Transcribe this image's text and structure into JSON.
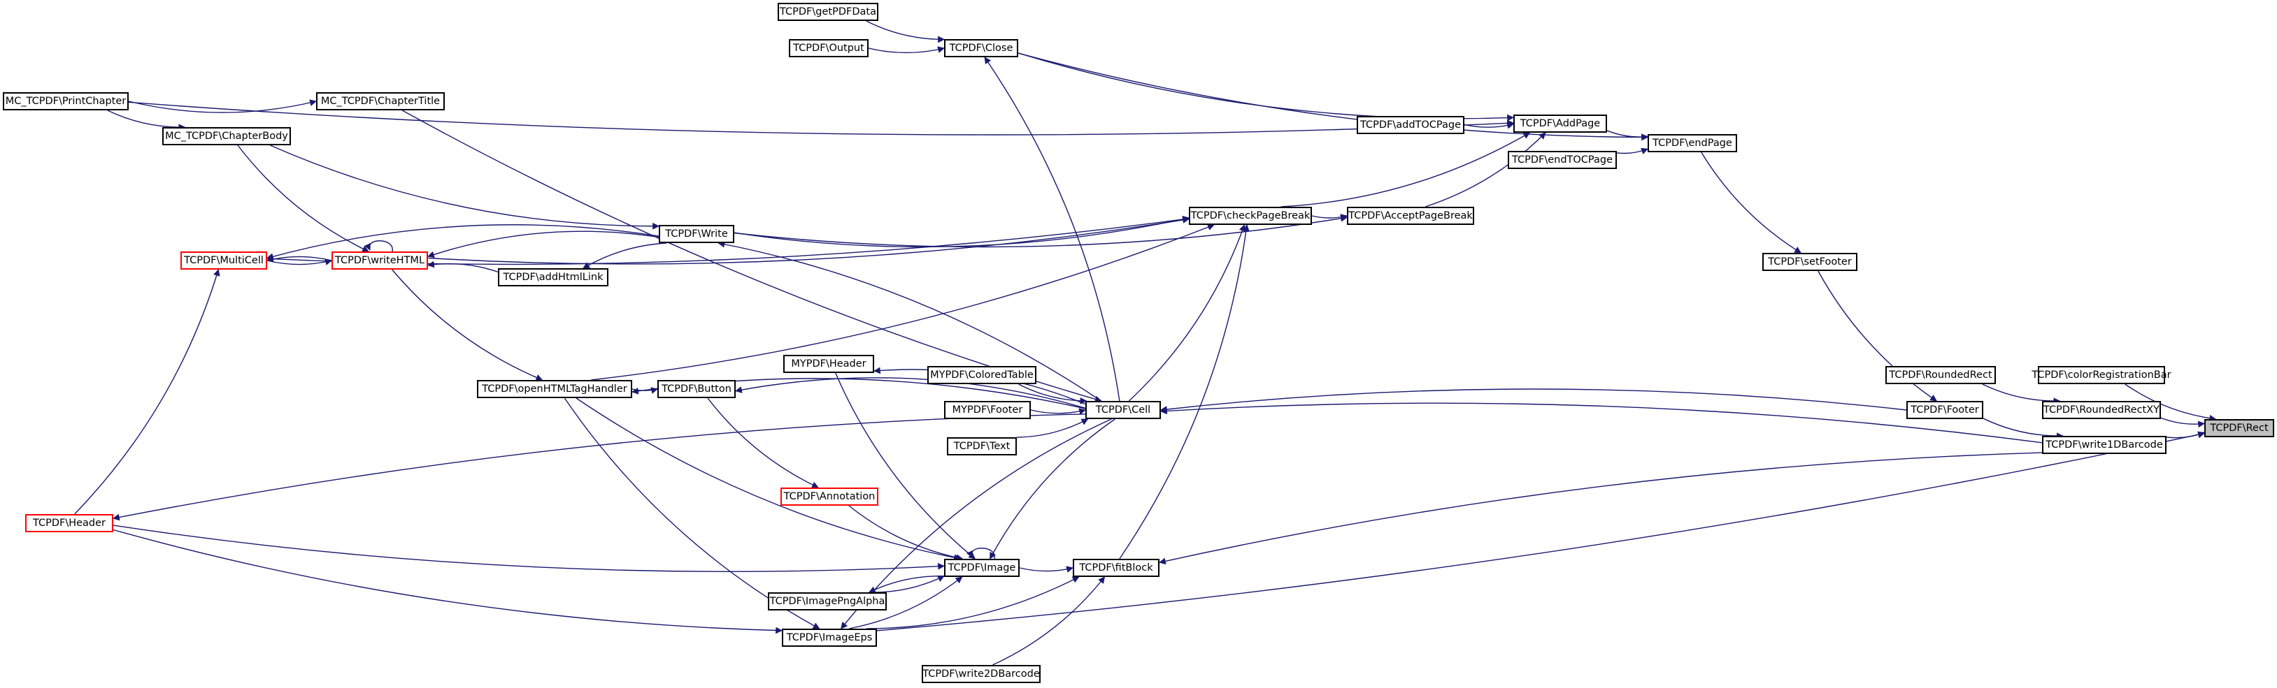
{
  "diagram": {
    "type": "call-graph",
    "root_node": "TCPDF\\Rect",
    "edge_color": "#191970",
    "highlight_border": "#ff0000",
    "root_fill": "#bfbfbf",
    "nodes": [
      {
        "id": "getPDFData",
        "label": "TCPDF\\getPDFData"
      },
      {
        "id": "Close",
        "label": "TCPDF\\Close"
      },
      {
        "id": "Output",
        "label": "TCPDF\\Output"
      },
      {
        "id": "PrintChapter",
        "label": "MC_TCPDF\\PrintChapter"
      },
      {
        "id": "ChapterTitle",
        "label": "MC_TCPDF\\ChapterTitle"
      },
      {
        "id": "ChapterBody",
        "label": "MC_TCPDF\\ChapterBody"
      },
      {
        "id": "AddPage",
        "label": "TCPDF\\AddPage"
      },
      {
        "id": "addTOCPage",
        "label": "TCPDF\\addTOCPage"
      },
      {
        "id": "endPage",
        "label": "TCPDF\\endPage"
      },
      {
        "id": "endTOCPage",
        "label": "TCPDF\\endTOCPage"
      },
      {
        "id": "checkPageBreak",
        "label": "TCPDF\\checkPageBreak"
      },
      {
        "id": "AcceptPageBreak",
        "label": "TCPDF\\AcceptPageBreak"
      },
      {
        "id": "Write",
        "label": "TCPDF\\Write"
      },
      {
        "id": "MultiCell",
        "label": "TCPDF\\MultiCell",
        "red": true
      },
      {
        "id": "writeHTML",
        "label": "TCPDF\\writeHTML",
        "red": true
      },
      {
        "id": "addHtmlLink",
        "label": "TCPDF\\addHtmlLink"
      },
      {
        "id": "setFooter",
        "label": "TCPDF\\setFooter"
      },
      {
        "id": "MYHeader",
        "label": "MYPDF\\Header"
      },
      {
        "id": "ColoredTable",
        "label": "MYPDF\\ColoredTable"
      },
      {
        "id": "openHTMLTagHandler",
        "label": "TCPDF\\openHTMLTagHandler"
      },
      {
        "id": "Button",
        "label": "TCPDF\\Button"
      },
      {
        "id": "Cell",
        "label": "TCPDF\\Cell"
      },
      {
        "id": "MYFooter",
        "label": "MYPDF\\Footer"
      },
      {
        "id": "Footer",
        "label": "TCPDF\\Footer"
      },
      {
        "id": "Text",
        "label": "TCPDF\\Text"
      },
      {
        "id": "RoundedRect",
        "label": "TCPDF\\RoundedRect"
      },
      {
        "id": "colorRegistrationBar",
        "label": "TCPDF\\colorRegistrationBar"
      },
      {
        "id": "RoundedRectXY",
        "label": "TCPDF\\RoundedRectXY"
      },
      {
        "id": "write1DBarcode",
        "label": "TCPDF\\write1DBarcode"
      },
      {
        "id": "Rect",
        "label": "TCPDF\\Rect",
        "root": true
      },
      {
        "id": "Annotation",
        "label": "TCPDF\\Annotation",
        "red": true
      },
      {
        "id": "Header",
        "label": "TCPDF\\Header",
        "red": true
      },
      {
        "id": "Image",
        "label": "TCPDF\\Image"
      },
      {
        "id": "fitBlock",
        "label": "TCPDF\\fitBlock"
      },
      {
        "id": "ImagePngAlpha",
        "label": "TCPDF\\ImagePngAlpha"
      },
      {
        "id": "ImageEps",
        "label": "TCPDF\\ImageEps"
      },
      {
        "id": "write2DBarcode",
        "label": "TCPDF\\write2DBarcode"
      }
    ],
    "edges": [
      [
        "getPDFData",
        "Close"
      ],
      [
        "Output",
        "Close"
      ],
      [
        "Close",
        "AddPage"
      ],
      [
        "Close",
        "endPage"
      ],
      [
        "PrintChapter",
        "ChapterTitle"
      ],
      [
        "PrintChapter",
        "ChapterBody"
      ],
      [
        "PrintChapter",
        "AddPage"
      ],
      [
        "addTOCPage",
        "AddPage"
      ],
      [
        "AddPage",
        "endPage"
      ],
      [
        "endTOCPage",
        "endPage"
      ],
      [
        "endPage",
        "setFooter"
      ],
      [
        "setFooter",
        "Footer"
      ],
      [
        "checkPageBreak",
        "AddPage"
      ],
      [
        "AcceptPageBreak",
        "AddPage"
      ],
      [
        "checkPageBreak",
        "AcceptPageBreak"
      ],
      [
        "ChapterTitle",
        "Cell"
      ],
      [
        "ChapterBody",
        "Write"
      ],
      [
        "ChapterBody",
        "writeHTML"
      ],
      [
        "Write",
        "checkPageBreak"
      ],
      [
        "Write",
        "AcceptPageBreak"
      ],
      [
        "Write",
        "writeHTML"
      ],
      [
        "Write",
        "MultiCell"
      ],
      [
        "Write",
        "addHtmlLink"
      ],
      [
        "addHtmlLink",
        "writeHTML"
      ],
      [
        "writeHTML",
        "writeHTML"
      ],
      [
        "writeHTML",
        "MultiCell"
      ],
      [
        "MultiCell",
        "writeHTML"
      ],
      [
        "writeHTML",
        "openHTMLTagHandler"
      ],
      [
        "writeHTML",
        "checkPageBreak"
      ],
      [
        "MultiCell",
        "checkPageBreak"
      ],
      [
        "openHTMLTagHandler",
        "checkPageBreak"
      ],
      [
        "Cell",
        "Write"
      ],
      [
        "Cell",
        "checkPageBreak"
      ],
      [
        "Cell",
        "Close"
      ],
      [
        "Cell",
        "Button"
      ],
      [
        "Cell",
        "MYHeader"
      ],
      [
        "Cell",
        "openHTMLTagHandler"
      ],
      [
        "Cell",
        "Header"
      ],
      [
        "Cell",
        "Image"
      ],
      [
        "Cell",
        "ImageEps"
      ],
      [
        "ColoredTable",
        "Cell"
      ],
      [
        "MYFooter",
        "Cell"
      ],
      [
        "Text",
        "Cell"
      ],
      [
        "Footer",
        "Cell"
      ],
      [
        "write1DBarcode",
        "Cell"
      ],
      [
        "openHTMLTagHandler",
        "Button"
      ],
      [
        "Button",
        "Annotation"
      ],
      [
        "Annotation",
        "Image"
      ],
      [
        "MYHeader",
        "Image"
      ],
      [
        "openHTMLTagHandler",
        "Image"
      ],
      [
        "Header",
        "Image"
      ],
      [
        "Image",
        "Image"
      ],
      [
        "Image",
        "ImagePngAlpha"
      ],
      [
        "ImagePngAlpha",
        "Image"
      ],
      [
        "ImageEps",
        "Image"
      ],
      [
        "Image",
        "fitBlock"
      ],
      [
        "ImageEps",
        "fitBlock"
      ],
      [
        "fitBlock",
        "checkPageBreak"
      ],
      [
        "write2DBarcode",
        "fitBlock"
      ],
      [
        "openHTMLTagHandler",
        "ImageEps"
      ],
      [
        "Header",
        "ImageEps"
      ],
      [
        "Header",
        "MultiCell"
      ],
      [
        "RoundedRect",
        "RoundedRectXY"
      ],
      [
        "RoundedRectXY",
        "Rect"
      ],
      [
        "colorRegistrationBar",
        "Rect"
      ],
      [
        "Footer",
        "write1DBarcode"
      ],
      [
        "write1DBarcode",
        "Rect"
      ],
      [
        "write1DBarcode",
        "fitBlock"
      ],
      [
        "ImageEps",
        "Rect"
      ]
    ]
  }
}
